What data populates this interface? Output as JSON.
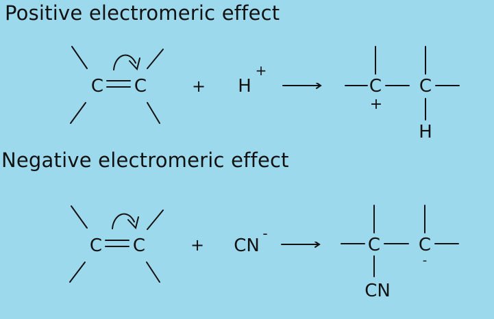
{
  "headings": {
    "positive": "Positive electromeric effect",
    "negative": "Negative electromeric effect"
  },
  "positive_reaction": {
    "carbon_left": "C",
    "carbon_right": "C",
    "plus": "+",
    "reagent": "H",
    "reagent_charge": "+",
    "product_carbon_left": "C",
    "product_carbon_right": "C",
    "product_charge": "+",
    "product_substituent": "H"
  },
  "negative_reaction": {
    "carbon_left": "C",
    "carbon_right": "C",
    "plus": "+",
    "reagent": "CN",
    "reagent_charge": "-",
    "product_carbon_left": "C",
    "product_carbon_right": "C",
    "product_charge": "-",
    "product_substituent": "CN"
  },
  "colors": {
    "background": "#9dd9ec",
    "ink": "#111111"
  }
}
